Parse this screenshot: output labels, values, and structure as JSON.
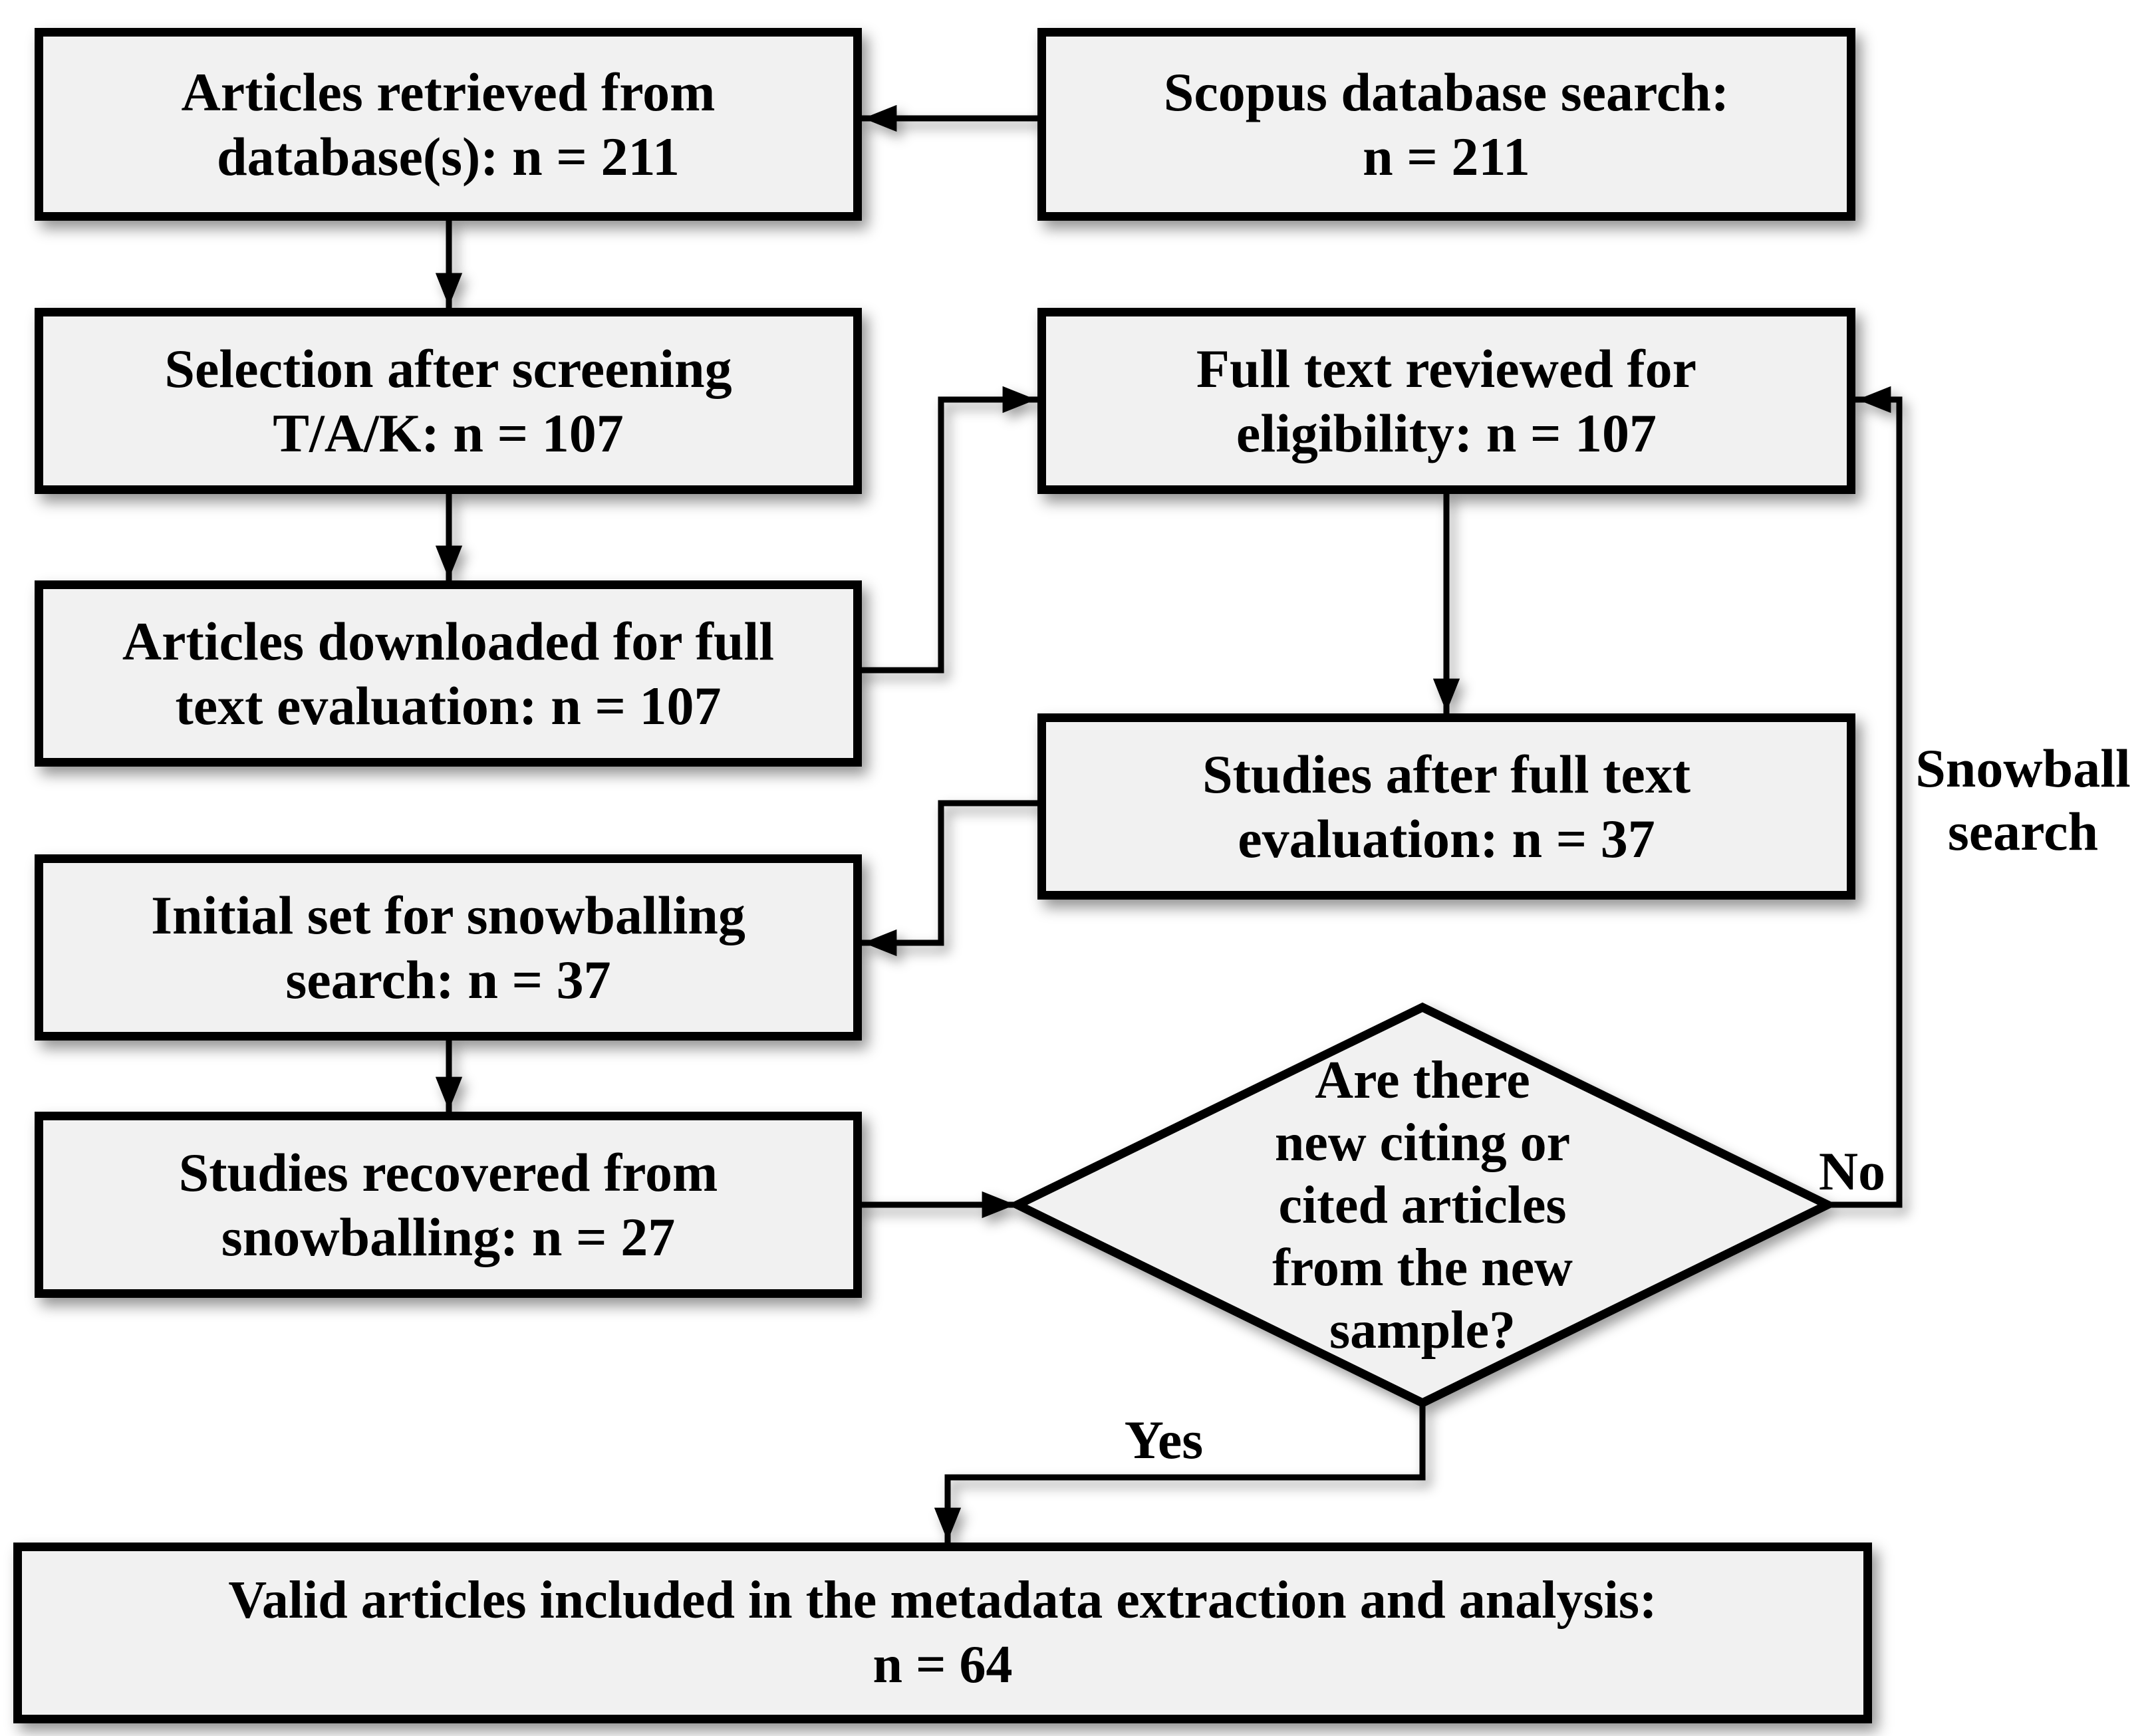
{
  "flowchart": {
    "boxes": {
      "articles_retrieved": {
        "lines": [
          "Articles retrieved from",
          "database(s): n = 211"
        ]
      },
      "scopus_search": {
        "lines": [
          "Scopus database search:",
          "n = 211"
        ]
      },
      "screening_selection": {
        "lines": [
          "Selection after screening",
          "T/A/K: n = 107"
        ]
      },
      "articles_downloaded": {
        "lines": [
          "Articles downloaded for full",
          "text evaluation: n = 107"
        ]
      },
      "full_text_reviewed": {
        "lines": [
          "Full text reviewed for",
          "eligibility: n = 107"
        ]
      },
      "studies_after_full_text": {
        "lines": [
          "Studies after full text",
          "evaluation: n = 37"
        ]
      },
      "initial_snowballing": {
        "lines": [
          "Initial set for snowballing",
          "search: n = 37"
        ]
      },
      "studies_recovered": {
        "lines": [
          "Studies recovered from",
          "snowballing: n = 27"
        ]
      },
      "valid_articles": {
        "lines": [
          "Valid articles included in the metadata extraction and analysis:",
          "n = 64"
        ]
      }
    },
    "decision": {
      "lines": [
        "Are there",
        "new citing or",
        "cited articles",
        "from the new",
        "sample?"
      ]
    },
    "edge_labels": {
      "yes": "Yes",
      "no": "No",
      "snowball": {
        "lines": [
          "Snowball",
          "search"
        ]
      }
    },
    "colors": {
      "background": "#ffffff",
      "box_fill": "#f1f1f1",
      "line": "#000000"
    }
  }
}
